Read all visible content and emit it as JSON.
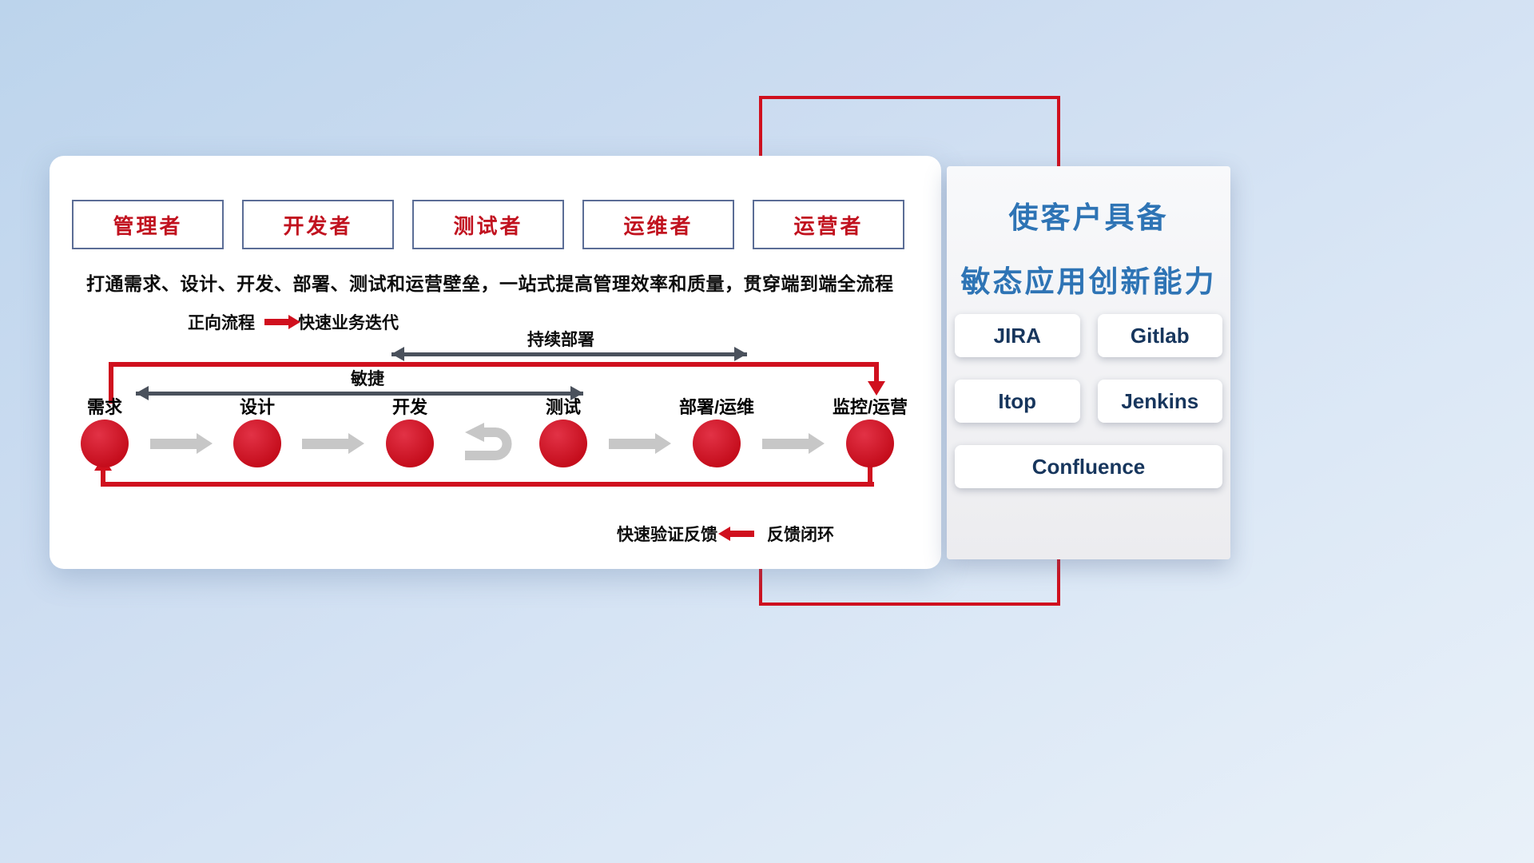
{
  "roles": [
    "管理者",
    "开发者",
    "测试者",
    "运维者",
    "运营者"
  ],
  "description": "打通需求、设计、开发、部署、测试和运营壁垒，一站式提高管理效率和质量，贯穿端到端全流程",
  "legend": {
    "forward_label": "正向流程",
    "forward_desc": "快速业务迭代",
    "feedback_desc": "快速验证反馈",
    "feedback_label": "反馈闭环"
  },
  "flow": {
    "cd_label": "持续部署",
    "agile_label": "敏捷",
    "stages": [
      "需求",
      "设计",
      "开发",
      "测试",
      "部署/运维",
      "监控/运营"
    ]
  },
  "right_panel": {
    "title_line1": "使客户具备",
    "title_line2": "敏态应用创新能力",
    "tools": [
      "JIRA",
      "Gitlab",
      "Itop",
      "Jenkins",
      "Confluence"
    ]
  },
  "colors": {
    "accent_red": "#d0101e",
    "title_blue": "#2e74b5",
    "tool_navy": "#17365d",
    "dark_arrow_gray": "#4a515c",
    "light_arrow_gray": "#c7c7c7"
  }
}
